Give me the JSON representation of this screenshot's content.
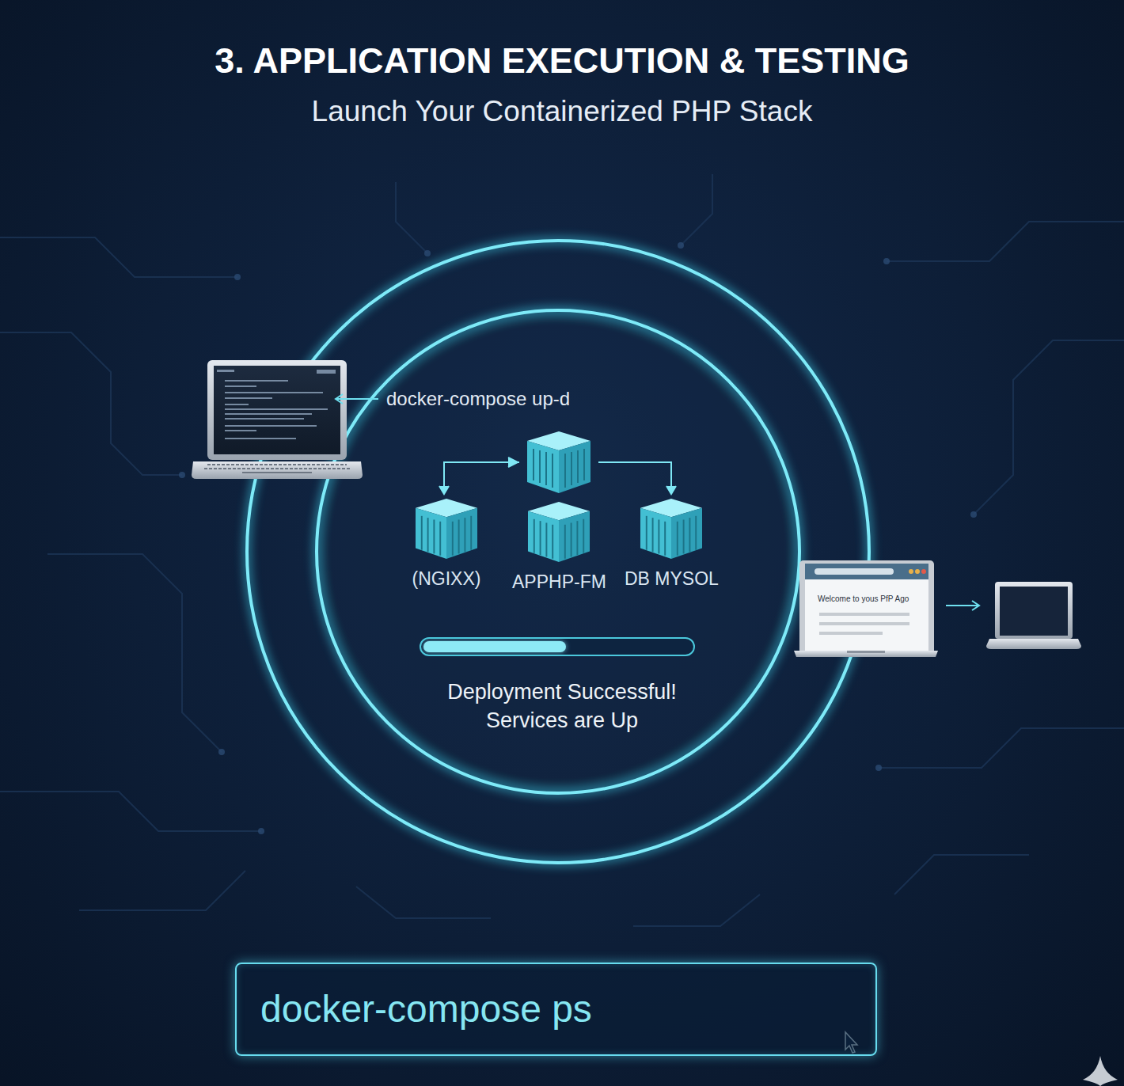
{
  "diagram": {
    "title": "3. APPLICATION EXECUTION & TESTING",
    "nodes": [
      {
        "text": [
          "(NGIXX)"
        ]
      },
      {
        "text": [
          "APPHP-FM"
        ]
      },
      {
        "text": [
          "DB MYSOL"
        ]
      },
      {
        "text": [
          "Welcome to yous PfP Ago"
        ]
      },
      {
        "text": [
          "docker-compose ps"
        ]
      }
    ],
    "labels": [
      "Launch Your Containerized PHP Stack",
      "docker-compose up-d",
      "Deployment Successful! Services are Up"
    ]
  }
}
